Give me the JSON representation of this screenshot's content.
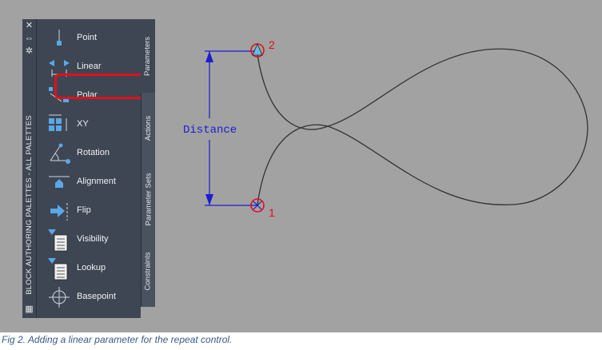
{
  "palette": {
    "title": "BLOCK AUTHORING PALETTES - ALL PALETTES",
    "tools": [
      {
        "label": "Point"
      },
      {
        "label": "Linear"
      },
      {
        "label": "Polar"
      },
      {
        "label": "XY"
      },
      {
        "label": "Rotation"
      },
      {
        "label": "Alignment"
      },
      {
        "label": "Flip"
      },
      {
        "label": "Visibility"
      },
      {
        "label": "Lookup"
      },
      {
        "label": "Basepoint"
      }
    ],
    "tabs": [
      {
        "label": "Parameters",
        "active": true
      },
      {
        "label": "Actions"
      },
      {
        "label": "Parameter Sets"
      },
      {
        "label": "Constraints"
      }
    ]
  },
  "drawing": {
    "dimension_label": "Distance",
    "grip_labels": [
      "2",
      "1"
    ]
  },
  "caption": "Fig 2. Adding a linear parameter for the repeat control.",
  "colors": {
    "canvas": "#a2a2a2",
    "palette_bg": "#3e4654",
    "dimension": "#1c1cd2",
    "highlight": "#e0101a",
    "curve": "#333333"
  }
}
